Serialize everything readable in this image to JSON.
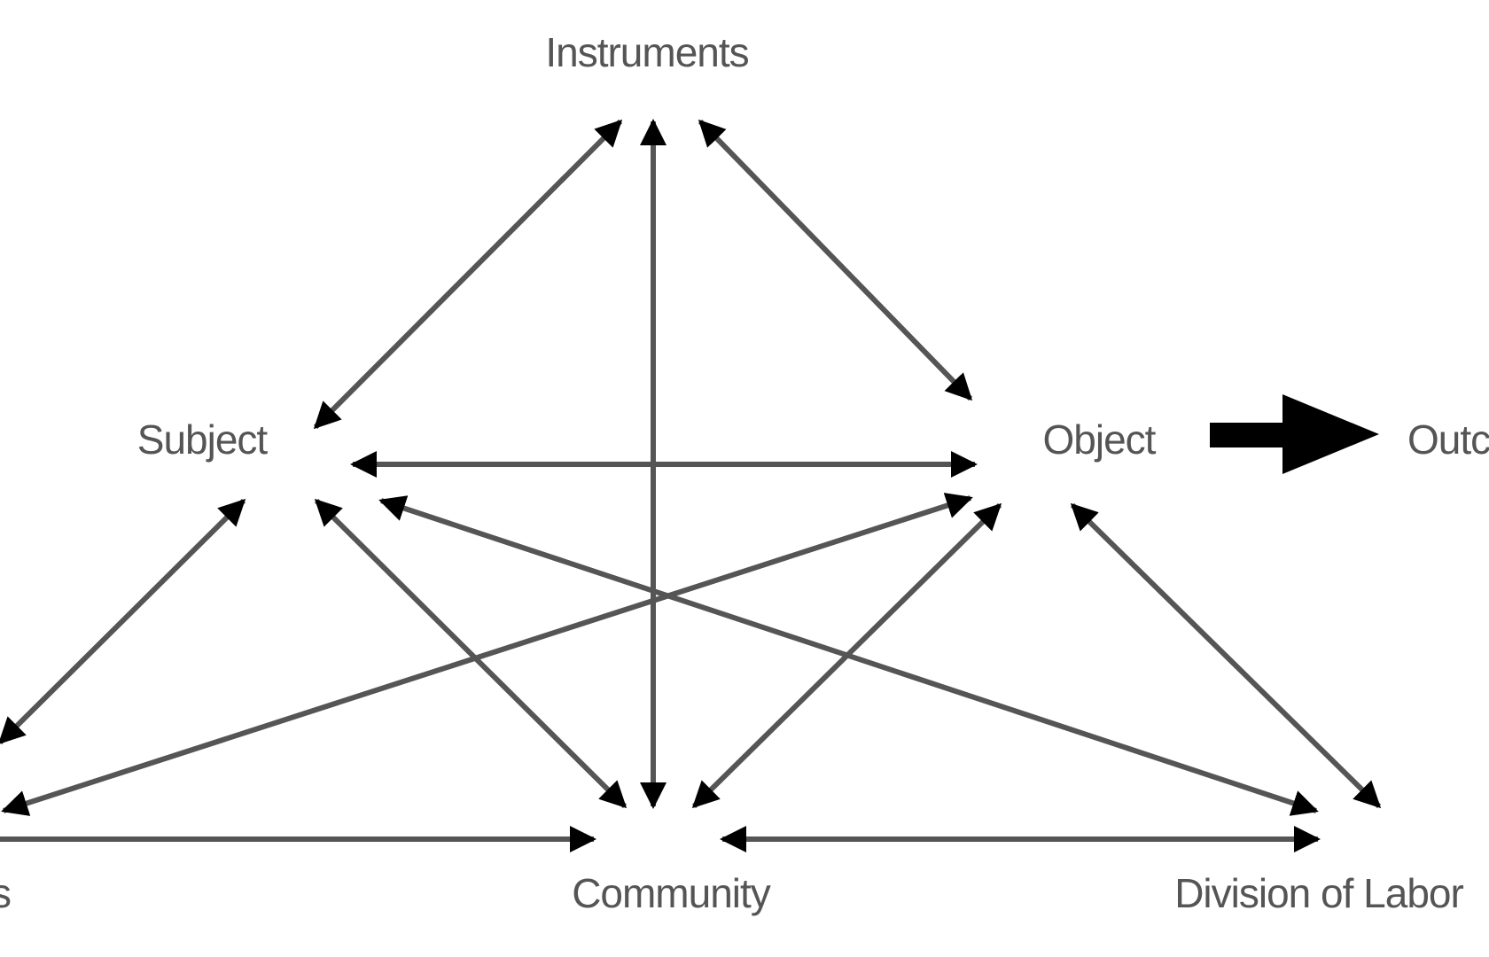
{
  "nodes": {
    "instruments": "Instruments",
    "subject": "Subject",
    "object": "Object",
    "outcome": "Outcome",
    "rules": "Rules",
    "community": "Community",
    "division": "Division of Labor"
  },
  "edges": [
    "instruments-subject",
    "instruments-object",
    "instruments-community",
    "subject-object",
    "subject-rules",
    "subject-community",
    "subject-division",
    "object-rules",
    "object-community",
    "object-division",
    "rules-community",
    "community-division"
  ],
  "colors": {
    "lines": "#555555",
    "text": "#555555",
    "outcome_arrow": "#000000"
  }
}
